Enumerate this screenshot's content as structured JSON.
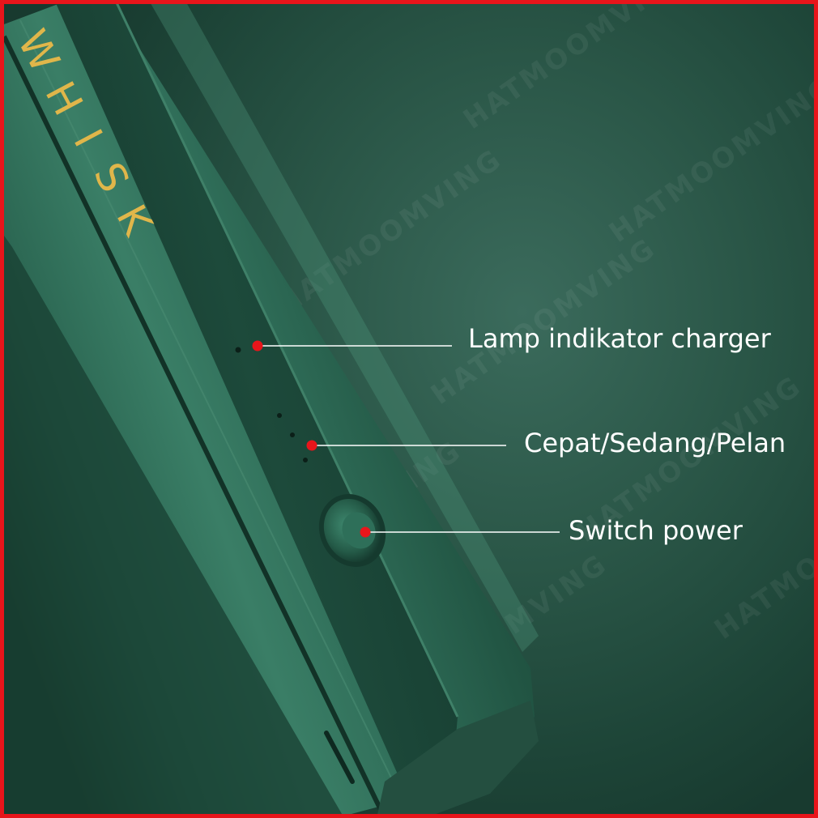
{
  "product": {
    "brand_text": "WHISK",
    "brand_color": "#e0b64a",
    "body_color": "#2f6b56"
  },
  "callouts": [
    {
      "label": "Lamp indikator charger"
    },
    {
      "label": "Cepat/Sedang/Pelan"
    },
    {
      "label": "Switch power"
    }
  ],
  "watermark": {
    "text": "HATMOOMVING"
  },
  "colors": {
    "frame_border": "#e8151b",
    "callout_dot": "#e8151b",
    "callout_line": "#ffffff"
  }
}
